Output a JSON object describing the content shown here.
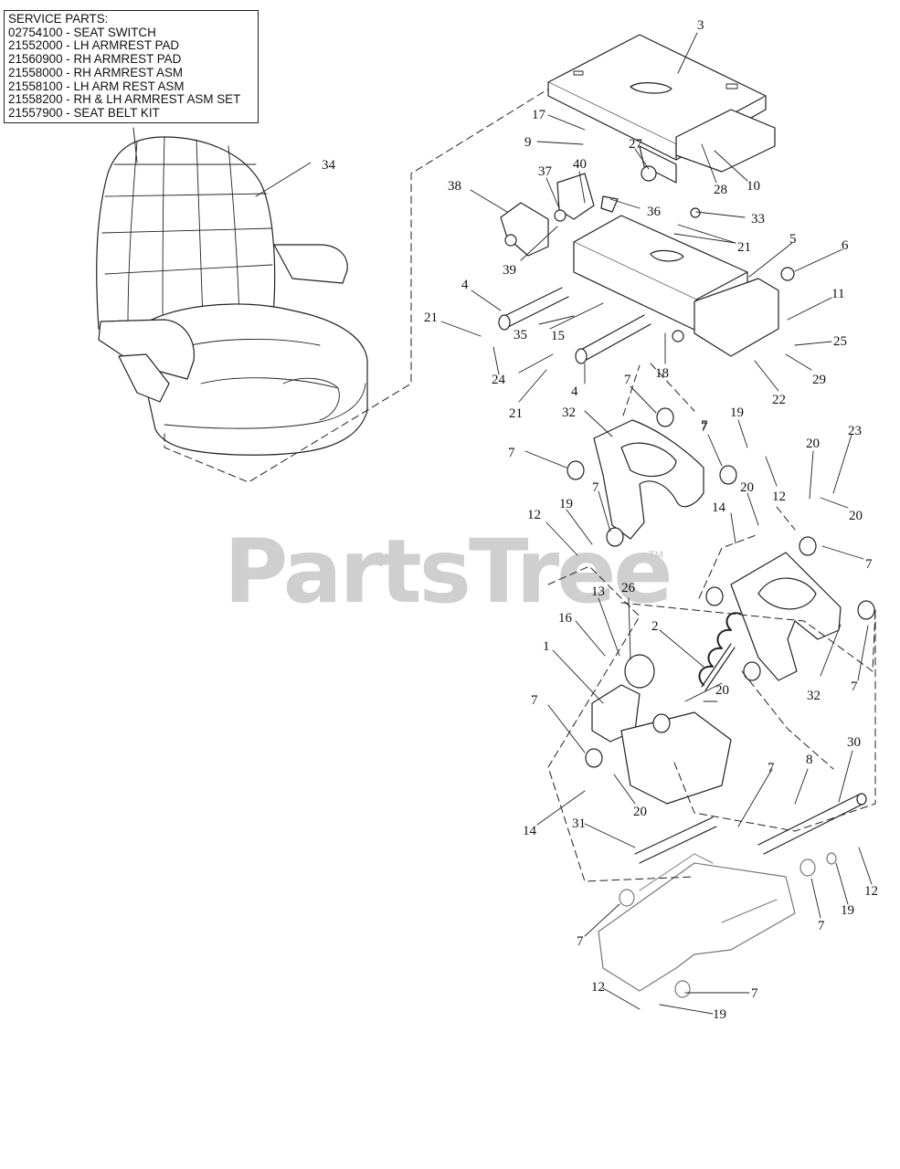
{
  "service_parts": {
    "heading": "SERVICE PARTS:",
    "lines": [
      "02754100 - SEAT SWITCH",
      "21552000 - LH ARMREST PAD",
      "21560900 - RH ARMREST PAD",
      "21558000 - RH ARMREST ASM",
      "21558100 - LH ARM REST ASM",
      "21558200 - RH & LH ARMREST ASM SET",
      "21557900 - SEAT BELT KIT"
    ]
  },
  "watermark": {
    "text": "PartsTree",
    "tm": "TM"
  },
  "callouts": [
    "3",
    "17",
    "9",
    "27",
    "10",
    "28",
    "38",
    "37",
    "40",
    "36",
    "33",
    "21",
    "5",
    "6",
    "39",
    "4",
    "11",
    "21",
    "35",
    "15",
    "25",
    "29",
    "24",
    "4",
    "18",
    "22",
    "21",
    "7",
    "7",
    "19",
    "32",
    "23",
    "7",
    "20",
    "12",
    "20",
    "7",
    "14",
    "12",
    "19",
    "7",
    "7",
    "20",
    "13",
    "26",
    "16",
    "2",
    "1",
    "20",
    "32",
    "7",
    "7",
    "8",
    "30",
    "20",
    "14",
    "31",
    "7",
    "7",
    "12",
    "19",
    "7",
    "12",
    "19",
    "7",
    "34"
  ]
}
